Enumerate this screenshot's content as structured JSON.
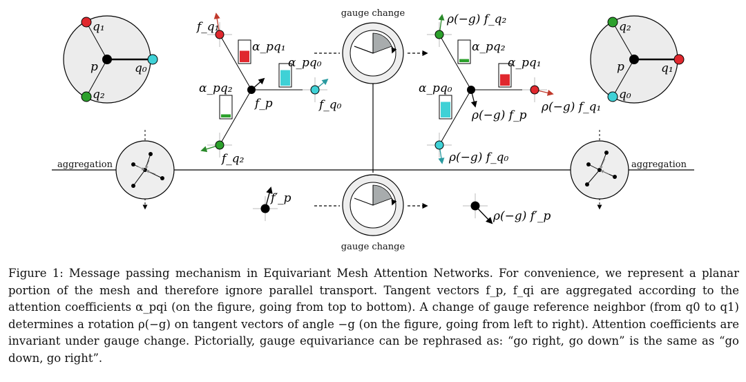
{
  "figure": {
    "labels": {
      "gauge_change_top": "gauge change",
      "gauge_change_bottom": "gauge change",
      "aggregation_left": "aggregation",
      "aggregation_right": "aggregation"
    },
    "math": {
      "left_graph": {
        "q1": "q₁",
        "p": "p",
        "q0": "q₀",
        "q2": "q₂"
      },
      "right_graph": {
        "q2": "q₂",
        "p": "p",
        "q1": "q₁",
        "q0": "q₀"
      },
      "left_star": {
        "f_q1": "f_q₁",
        "alpha_pq1": "α_pq₁",
        "alpha_pq0": "α_pq₀",
        "alpha_pq2": "α_pq₂",
        "f_p": "f_p",
        "f_q0": "f_q₀",
        "f_q2": "f_q₂"
      },
      "right_star": {
        "f_q2": "ρ(−g) f_q₂",
        "alpha_pq2": "α_pq₂",
        "alpha_pq1": "α_pq₁",
        "alpha_pq0": "α_pq₀",
        "f_p": "ρ(−g) f_p",
        "f_q1": "ρ(−g) f_q₁",
        "f_q0": "ρ(−g) f_q₀"
      },
      "bottom_left": "f′_p",
      "bottom_right": "ρ(−g) f′_p"
    },
    "attention_bars": {
      "alpha_pq1": {
        "color": "#e0282e",
        "level": 0.55
      },
      "alpha_pq0": {
        "color": "#3fd1d6",
        "level": 0.75
      },
      "alpha_pq2": {
        "color": "#2ca02c",
        "level": 0.15
      }
    },
    "colors": {
      "q1": "#e0282e",
      "q0": "#3fd1d6",
      "q2": "#2ca02c",
      "p": "#000000",
      "disc": "#eeeeee",
      "wedge": "#a8acad"
    }
  },
  "caption": {
    "label": "Figure 1:",
    "text": "Message passing mechanism in Equivariant Mesh Attention Networks. For convenience, we represent a planar portion of the mesh and therefore ignore parallel transport. Tangent vectors f_p, f_qi are aggregated according to the attention coefficients α_pqi (on the figure, going from top to bottom). A change of gauge reference neighbor (from q0 to q1) determines a rotation ρ(−g) on tangent vectors of angle −g (on the figure, going from left to right). Attention coefficients are invariant under gauge change. Pictorially, gauge equivariance can be rephrased as: “go right, go down” is the same as “go down, go right”."
  }
}
